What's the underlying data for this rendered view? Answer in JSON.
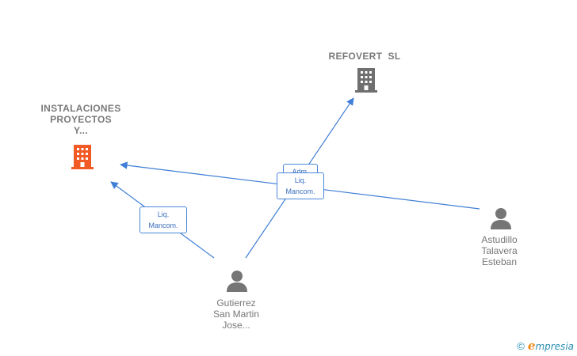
{
  "nodes": {
    "instalaciones": {
      "lines": [
        "INSTALACIONES",
        "PROYECTOS",
        "Y..."
      ],
      "type": "company",
      "color": "#f15a24"
    },
    "refovert": {
      "lines": [
        "REFOVERT  SL"
      ],
      "type": "company",
      "color": "#7a7a7a"
    },
    "astudillo": {
      "lines": [
        "Astudillo",
        "Talavera",
        "Esteban"
      ],
      "type": "person"
    },
    "gutierrez": {
      "lines": [
        "Gutierrez",
        "San Martin",
        "Jose..."
      ],
      "type": "person"
    }
  },
  "edges": {
    "gut_inst": {
      "lines": [
        "Liq.",
        "Mancom."
      ]
    },
    "gut_ref": {
      "lines": [
        "Adm."
      ]
    },
    "ast_inst": {
      "lines": [
        "Liq.",
        "Mancom."
      ]
    }
  },
  "colors": {
    "edge": "#3f7fd6",
    "person": "#757575",
    "company_gray": "#6f6f6f",
    "company_highlight": "#f15a24"
  },
  "watermark": {
    "copyright": "©",
    "brand_initial": "e",
    "brand_rest": "mpresia"
  }
}
